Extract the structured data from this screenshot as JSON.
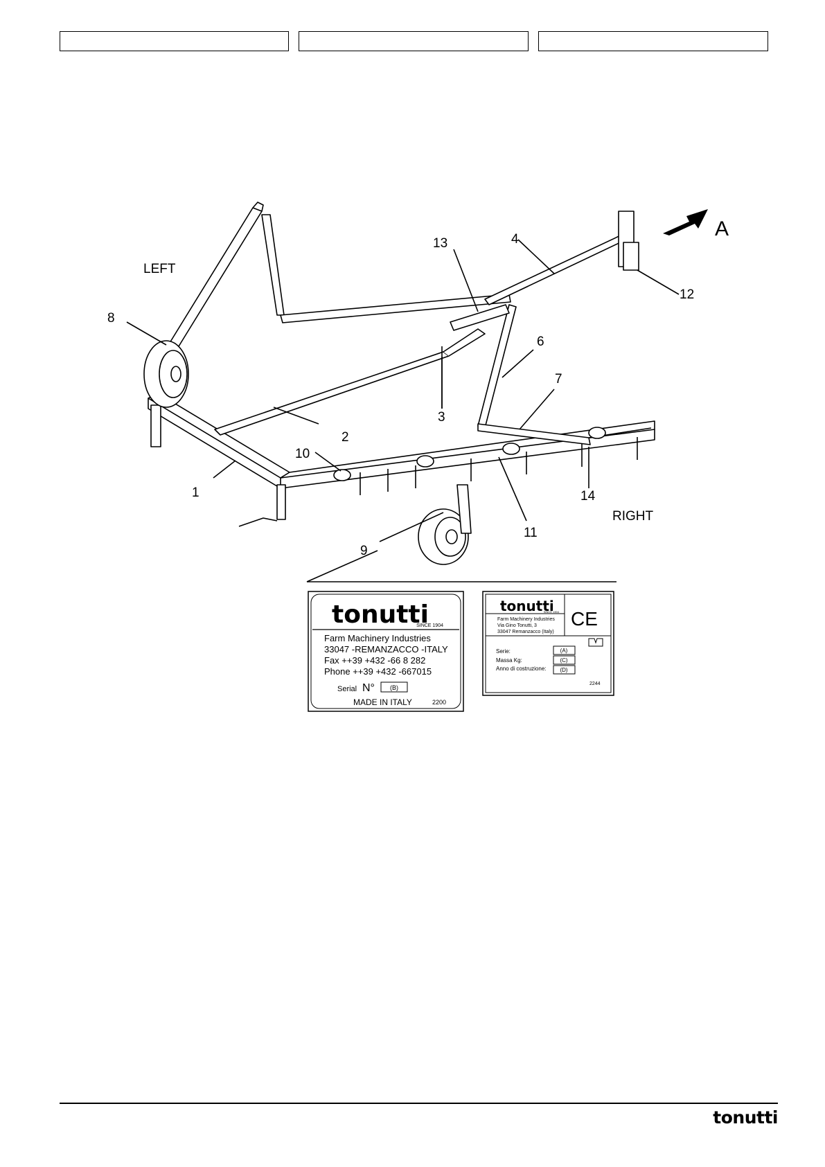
{
  "header": {
    "boxes": [
      "",
      "",
      ""
    ]
  },
  "drawing": {
    "side_left": "LEFT",
    "side_right": "RIGHT",
    "direction": "A",
    "callouts": [
      "1",
      "2",
      "3",
      "4",
      "6",
      "7",
      "8",
      "9",
      "10",
      "11",
      "12",
      "13",
      "14"
    ]
  },
  "plate1": {
    "brand": "tonutti",
    "since": "SINCE 1904",
    "line1": "Farm Machinery Industries",
    "line2": "33047 -REMANZACCO -ITALY",
    "line3": "Fax ++39 +432 -66 8 282",
    "line4": "Phone ++39 +432 -667015",
    "serial_label": "Serial",
    "serial_no": "N°",
    "serial_box": "(B)",
    "made": "MADE IN ITALY",
    "code": "2200"
  },
  "plate2": {
    "brand": "tonutti",
    "since": "SINCE 1904",
    "addr1": "Farm Machinery Industries",
    "addr2": "Via Gino Tonutti, 3",
    "addr3": "33047 Remanzacco (Italy)",
    "ce": "CE",
    "serie": "Serie:",
    "massa": "Massa Kg:",
    "anno": "Anno di costruzione:",
    "box_a": "(A)",
    "box_c": "(C)",
    "box_d": "(D)",
    "code": "2244"
  },
  "footer": {
    "brand": "tonutti"
  }
}
